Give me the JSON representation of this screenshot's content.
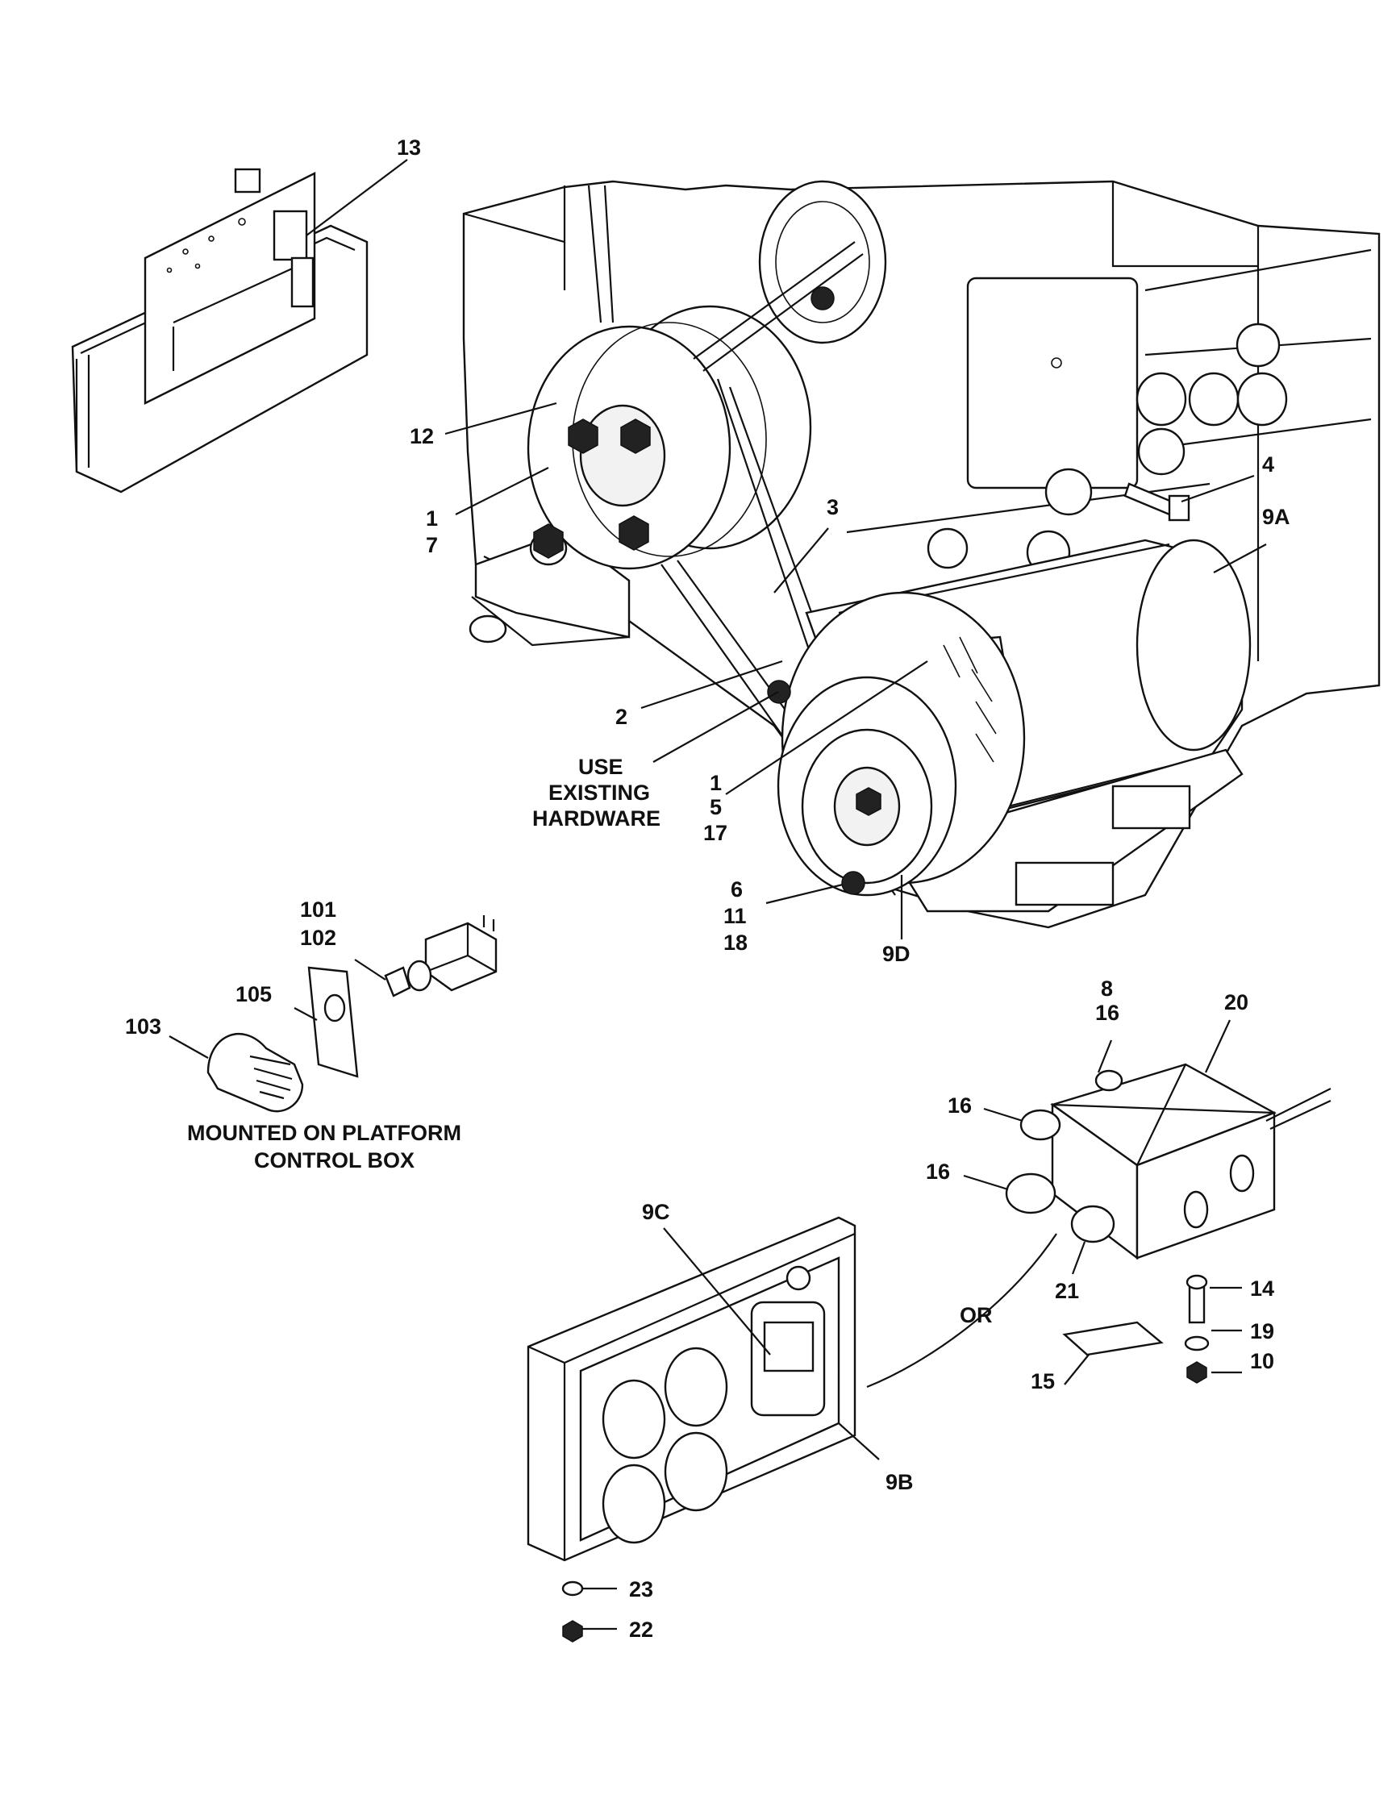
{
  "callouts": {
    "c13": "13",
    "c12": "12",
    "c1_7_a": "1",
    "c1_7_b": "7",
    "c3": "3",
    "c4": "4",
    "c9a": "9A",
    "c2": "2",
    "c1_5_17_a": "1",
    "c1_5_17_b": "5",
    "c1_5_17_c": "17",
    "c6_11_18_a": "6",
    "c6_11_18_b": "11",
    "c6_11_18_c": "18",
    "c9d": "9D",
    "c101": "101",
    "c102": "102",
    "c105": "105",
    "c103": "103",
    "c8": "8",
    "c16_top": "16",
    "c20": "20",
    "c16_left": "16",
    "c16_mid": "16",
    "c9c": "9C",
    "c21": "21",
    "c14": "14",
    "c19": "19",
    "c10": "10",
    "c15": "15",
    "c9b": "9B",
    "c23": "23",
    "c22": "22"
  },
  "notes": {
    "use_existing_1": "USE",
    "use_existing_2": "EXISTING",
    "use_existing_3": "HARDWARE",
    "mounted_1": "MOUNTED ON PLATFORM",
    "mounted_2": "CONTROL BOX",
    "or": "OR"
  }
}
